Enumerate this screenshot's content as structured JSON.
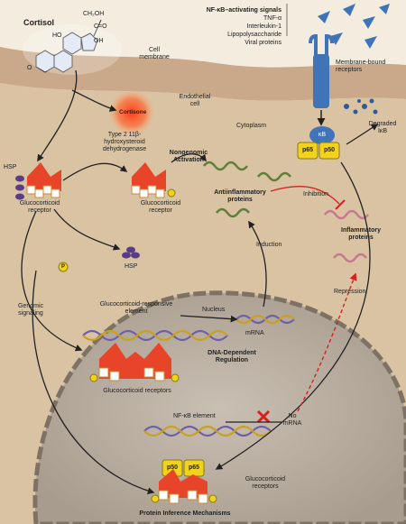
{
  "cortisol": {
    "name": "Cortisol",
    "ch2oh": "CH₂OH",
    "co": "C=O",
    "ho": "HO",
    "oh": "OH",
    "o": "O"
  },
  "membrane": {
    "cell_membrane": "Cell membrane",
    "membrane_receptors": "Membrane-bound receptors"
  },
  "signals": {
    "title": "NF-κB–activating signals",
    "items": [
      "TNF-α",
      "Interleukin-1",
      "Lipopolysaccharide",
      "Viral proteins"
    ]
  },
  "cytoplasm": {
    "endothelial": "Endothelial cell",
    "cytoplasm": "Cytoplasm",
    "cortisone": "Cortisone",
    "enzyme": "Type 2 11β-hydroxysteroid dehydrogenase",
    "hsp_top": "HSP",
    "gr_left": "Glucocorticoid receptor",
    "gr_mid": "Glucocorticoid receptor",
    "hsp_free": "HSP",
    "p_symbol": "P",
    "nongenomic": "Nongenomic Activation",
    "antiinflammatory": "Antiinflammatory proteins",
    "inhibition": "Inhibition",
    "inflammatory": "Inflammatory proteins",
    "induction": "Induction",
    "repression": "Repression",
    "degraded": "Degraded IκB",
    "ikb": "κB",
    "p65": "p65",
    "p50": "p50",
    "genomic": "Genomic signaling"
  },
  "nucleus": {
    "nucleus": "Nucleus",
    "gre": "Glucocorticoid-responsive element",
    "mrna": "mRNA",
    "ddr": "DNA-Dependent Regulation",
    "gr_receptors": "Glucocorticoid receptors",
    "nfkb_element": "NF-κB element",
    "no_mrna": "No mRNA",
    "gr_receptors2": "Glucocorticoid receptors",
    "pim": "Protein Inference Mechanisms"
  },
  "colors": {
    "background": "#efe6d2",
    "membrane": "#c9a98a",
    "cytoplasm": "#d9c3a3",
    "nucleus": "#b9ad9e",
    "receptor": "#e8442a",
    "arrow": "#222222",
    "inhibit": "#d62020",
    "nfkb_blue": "#3f74b8",
    "protein_yellow": "#f2d21a"
  },
  "icons": [
    "cortisol-molecule-icon",
    "cortisone-icon",
    "receptor-icon",
    "hsp-icon",
    "phosphate-icon",
    "signal-triangle-icon",
    "membrane-receptor-icon",
    "dna-helix-icon",
    "protein-coil-icon",
    "block-x-icon"
  ]
}
